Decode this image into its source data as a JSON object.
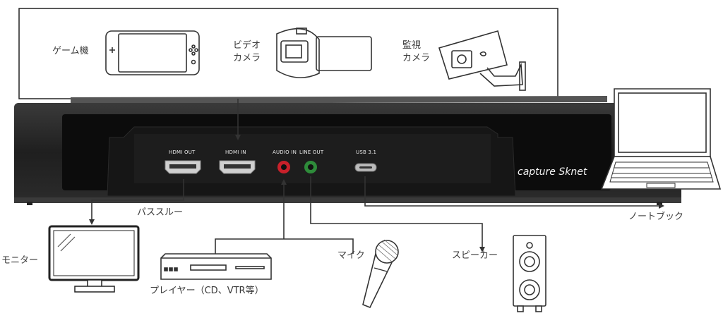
{
  "sources": {
    "game": "ゲーム機",
    "video_camera_line1": "ビデオ",
    "video_camera_line2": "カメラ",
    "security_camera_line1": "監視",
    "security_camera_line2": "カメラ"
  },
  "ports": {
    "hdmi_out": "HDMI OUT",
    "hdmi_in": "HDMI IN",
    "audio_in": "AUDIO IN",
    "line_out": "LINE OUT",
    "usb": "USB 3.1"
  },
  "brand": "capture Sknet",
  "outputs": {
    "passthrough": "パススルー",
    "monitor": "モニター",
    "player": "プレイヤー（CD、VTR等）",
    "mic": "マイク",
    "speaker": "スピーカー",
    "notebook": "ノートブック"
  },
  "colors": {
    "device_body": "#1e1e1e",
    "device_panel": "#0d0d0d",
    "audio_in_jack": "#c8202a",
    "line_out_jack": "#2e8b3a",
    "line": "#333333"
  }
}
